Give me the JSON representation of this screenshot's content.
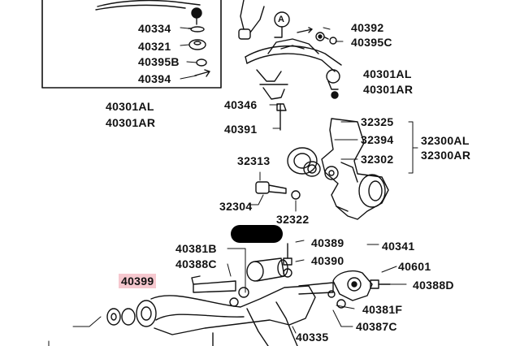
{
  "labels": {
    "p40334": "40334",
    "p40321": "40321",
    "p40395B": "40395B",
    "p40394": "40394",
    "p40301AL_l": "40301AL",
    "p40301AR_l": "40301AR",
    "p40392": "40392",
    "p40395C": "40395C",
    "p40301AL_r": "40301AL",
    "p40301AR_r": "40301AR",
    "p40346": "40346",
    "p40391": "40391",
    "p32325": "32325",
    "p32394": "32394",
    "p32302": "32302",
    "p32300AL": "32300AL",
    "p32300AR": "32300AR",
    "p32313": "32313",
    "p32304": "32304",
    "p32322": "32322",
    "p40381B": "40381B",
    "p40388C": "40388C",
    "p40399": "40399",
    "p40389": "40389",
    "p40341": "40341",
    "p40390": "40390",
    "p40601": "40601",
    "p40388D": "40388D",
    "p40381F": "40381F",
    "p40387C": "40387C",
    "p40335": "40335",
    "callout_A": "A"
  },
  "colors": {
    "highlight": "#f6c8cf",
    "ink": "#111111",
    "redaction": "#000000"
  }
}
